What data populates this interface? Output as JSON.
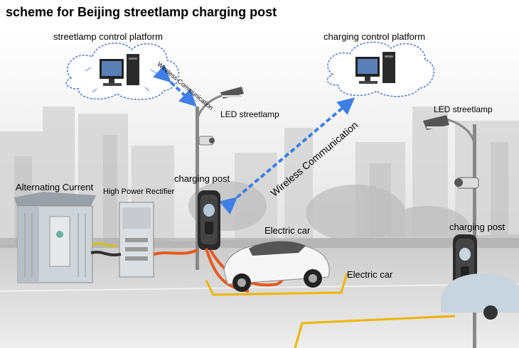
{
  "title": "scheme for Beijing streetlamp charging post",
  "labels": {
    "streetlamp_platform": "streetlamp control platform",
    "charging_platform": "charging control platform",
    "wireless_small": "Wireless Communication",
    "wireless_large": "Wireless Communication",
    "led_left": "LED streetlamp",
    "led_right": "LED streetlamp",
    "charging_post_left": "charging post",
    "charging_post_right": "charging post",
    "alternating_current": "Alternating Current",
    "rectifier": "High Power Rectifier",
    "electric_car_1": "Electric car",
    "electric_car_2": "Electric car"
  },
  "colors": {
    "arrow": "#3f7fe6",
    "cloud_border": "#3a6fd8",
    "cable": "#e85a1e",
    "parking_line": "#f0b400"
  },
  "icons": [
    "computer-icon",
    "cloud-icon",
    "streetlamp-icon",
    "camera-icon",
    "charging-post-icon",
    "electric-car-icon",
    "transformer-icon",
    "rectifier-icon"
  ]
}
